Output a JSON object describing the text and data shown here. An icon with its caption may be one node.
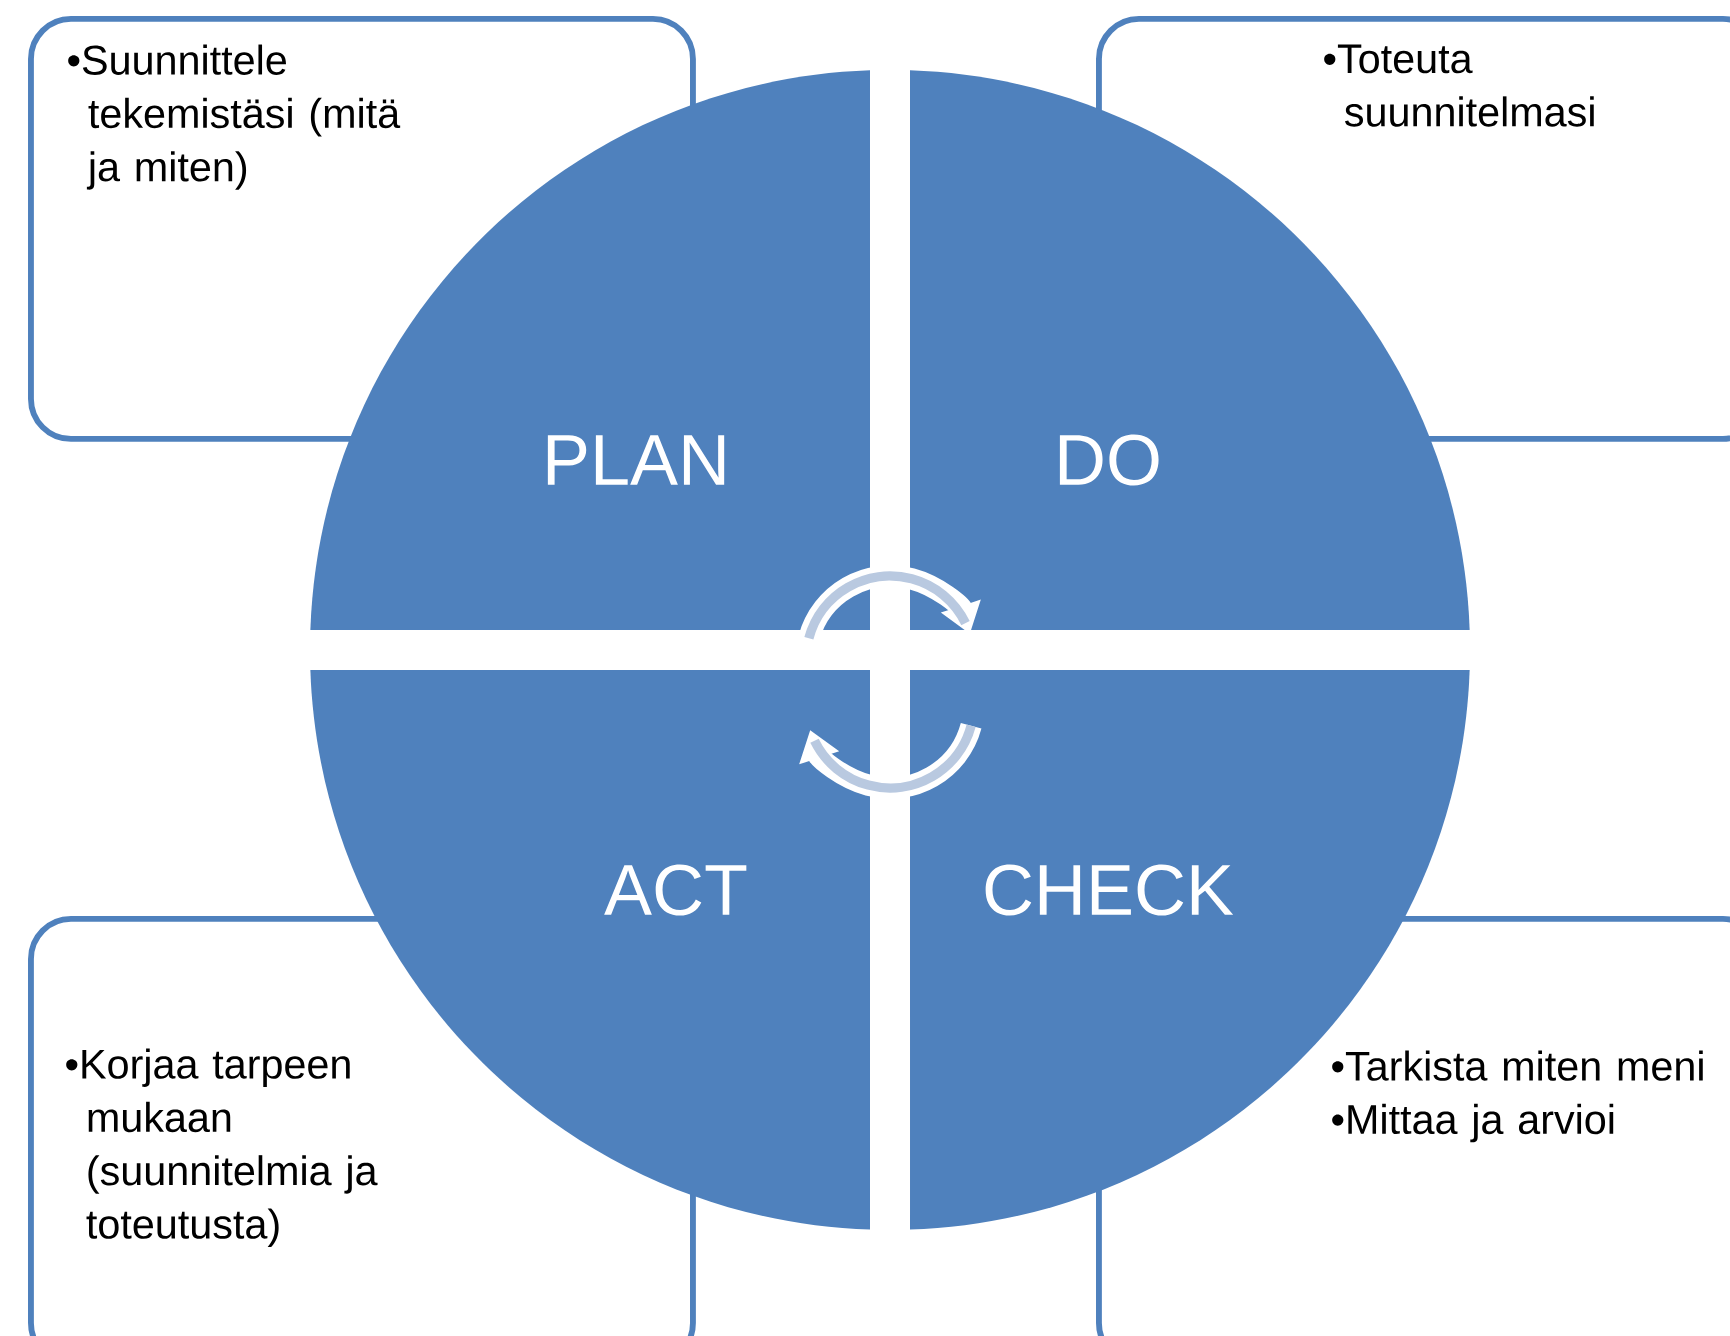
{
  "diagram": {
    "nodes": [
      {
        "text": [
          "•Suunnittele tekemistäsi (mitä ja miten)"
        ]
      },
      {
        "text": [
          "•Toteuta suunnitelmasi"
        ]
      },
      {
        "text": [
          "PLAN"
        ]
      },
      {
        "text": [
          "DO"
        ]
      },
      {
        "text": [
          "ACT"
        ]
      },
      {
        "text": [
          "CHECK"
        ]
      },
      {
        "text": [
          "•Korjaa tarpeen mukaan (suunnitelmia ja toteutusta)"
        ]
      },
      {
        "text": [
          "•Tarkista miten meni",
          "•Mittaa ja arvioi"
        ]
      }
    ],
    "edges": [
      {
        "from": 2,
        "to": 3,
        "arrow": "to"
      },
      {
        "from": 5,
        "to": 4,
        "arrow": "to"
      }
    ]
  }
}
